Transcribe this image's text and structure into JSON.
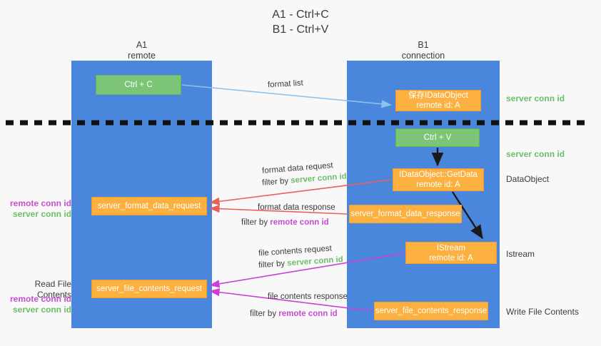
{
  "title": "A1 - Ctrl+C\nB1 - Ctrl+V",
  "columns": {
    "left": {
      "name": "A1",
      "role": "remote",
      "label": "A1\nremote"
    },
    "right": {
      "name": "B1",
      "role": "connection",
      "label": "B1\nconnection"
    }
  },
  "nodes": {
    "ctrl_c": {
      "label": "Ctrl + C",
      "color": "#7cc576"
    },
    "save_dataobject": {
      "label": "保存IDataObject\nremote id: A",
      "color": "#fcb040"
    },
    "ctrl_v": {
      "label": "Ctrl + V",
      "color": "#7cc576"
    },
    "getdata": {
      "label": "IDataObject::GetData\nremote id: A",
      "color": "#fcb040"
    },
    "format_data_request": {
      "label": "server_format_data_request",
      "color": "#fcb040"
    },
    "format_data_response": {
      "label": "server_format_data_response",
      "color": "#fcb040"
    },
    "istream": {
      "label": "IStream\nremote id: A",
      "color": "#fcb040"
    },
    "file_contents_request": {
      "label": "server_file_contents_request",
      "color": "#fcb040"
    },
    "file_contents_response": {
      "label": "server_file_contents_response",
      "color": "#fcb040"
    }
  },
  "side_labels": {
    "right_conn_id_top": "server conn id",
    "right_conn_id_mid": "server conn id",
    "dataobject": "DataObject",
    "istream": "Istream",
    "write_file_contents": "Write File Contents",
    "left_remote_conn_id_1": "remote conn id",
    "left_server_conn_id_1": "server conn id",
    "read_file_contents": "Read File Contents",
    "left_remote_conn_id_2": "remote conn id",
    "left_server_conn_id_2": "server conn id"
  },
  "annotations": {
    "format_list": "format list",
    "format_data_request": "format data request",
    "format_data_request_filter_prefix": "filter by ",
    "format_data_request_filter_key": "server conn id",
    "format_data_response": "format data response",
    "format_data_response_filter_prefix": "filter by ",
    "format_data_response_filter_key": "remote conn id",
    "file_contents_request": "file contents request",
    "file_contents_request_filter_prefix": "filter by ",
    "file_contents_request_filter_key": "server conn id",
    "file_contents_response": "file contents response",
    "file_contents_response_filter_prefix": "filter by ",
    "file_contents_response_filter_key": "remote conn id"
  },
  "colors": {
    "column_blue": "#4a86dc",
    "node_green": "#7cc576",
    "node_orange": "#fcb040",
    "server_conn_id_green": "#6dbf67",
    "remote_conn_id_purple": "#c64fd0",
    "arrow_light_blue": "#8cc3ee",
    "arrow_red": "#e8605a",
    "arrow_magenta": "#cc3fd6",
    "arrow_black": "#1a1a1a",
    "divider_black": "#111111",
    "background": "#f8f8f8"
  }
}
